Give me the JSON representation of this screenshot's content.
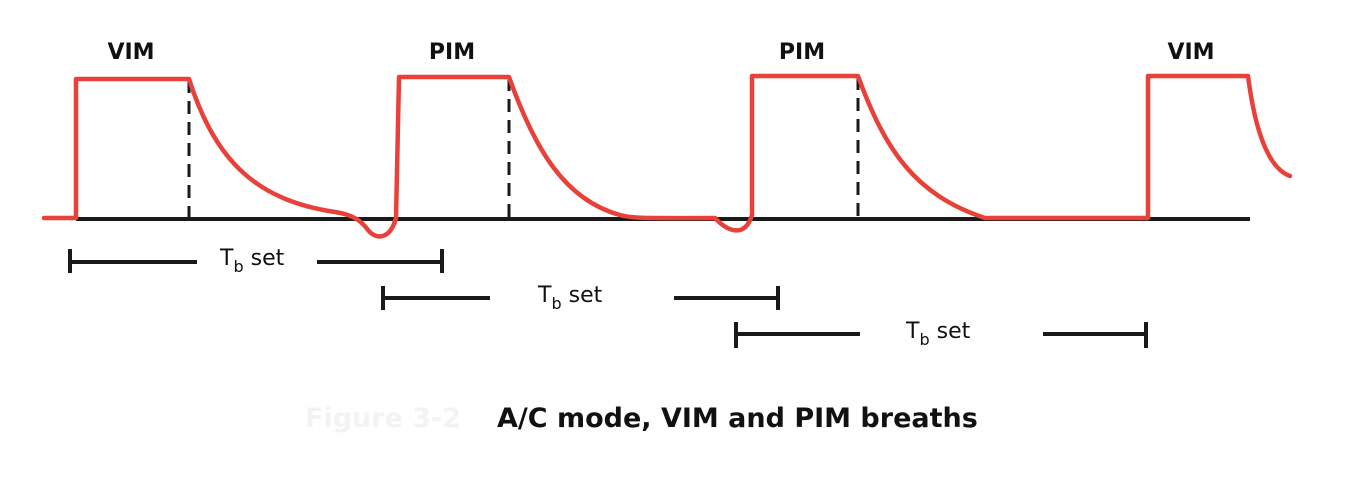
{
  "breath_labels": [
    "VIM",
    "PIM",
    "PIM",
    "VIM"
  ],
  "timing_bars": [
    {
      "label_main": "T",
      "label_sub": "b",
      "label_suffix": " set"
    },
    {
      "label_main": "T",
      "label_sub": "b",
      "label_suffix": " set"
    },
    {
      "label_main": "T",
      "label_sub": "b",
      "label_suffix": " set"
    }
  ],
  "caption": "A/C mode, VIM and PIM breaths",
  "faint_caption_prefix": "Figure 3-2",
  "colors": {
    "waveform": "#e8413a",
    "lines": "#1a1a1a",
    "text": "#111111"
  }
}
